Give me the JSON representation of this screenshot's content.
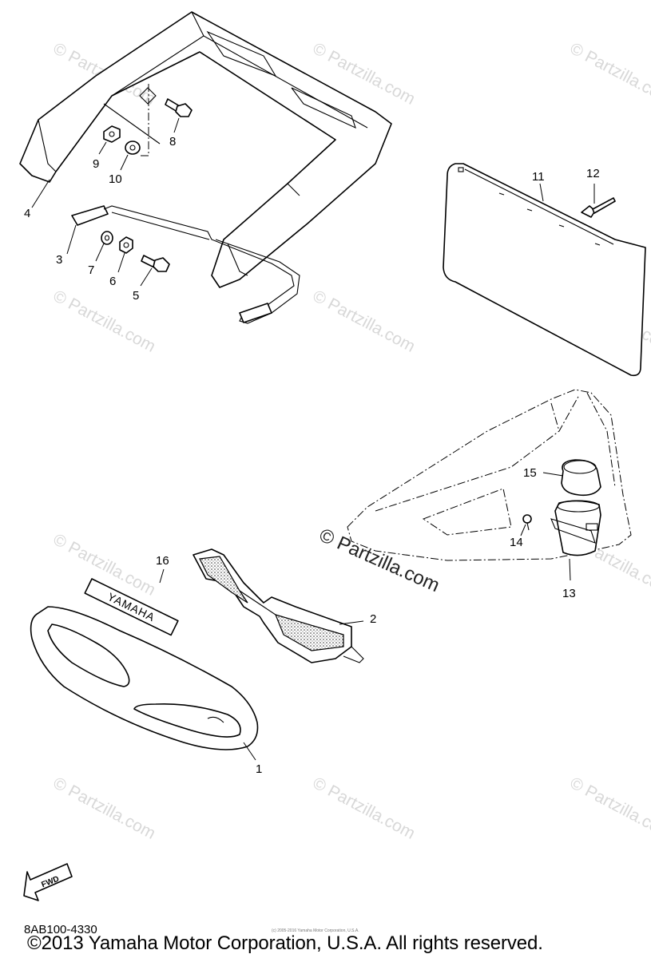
{
  "diagram": {
    "callouts": [
      {
        "id": "1",
        "label": "1"
      },
      {
        "id": "2",
        "label": "2"
      },
      {
        "id": "3",
        "label": "3"
      },
      {
        "id": "4",
        "label": "4"
      },
      {
        "id": "5",
        "label": "5"
      },
      {
        "id": "6",
        "label": "6"
      },
      {
        "id": "7",
        "label": "7"
      },
      {
        "id": "8",
        "label": "8"
      },
      {
        "id": "9",
        "label": "9"
      },
      {
        "id": "10",
        "label": "10"
      },
      {
        "id": "11",
        "label": "11"
      },
      {
        "id": "12",
        "label": "12"
      },
      {
        "id": "13",
        "label": "13"
      },
      {
        "id": "14",
        "label": "14"
      },
      {
        "id": "15",
        "label": "15"
      },
      {
        "id": "16",
        "label": "16"
      }
    ],
    "emblem_text": "YAMAHA",
    "fwd_arrow_text": "FWD",
    "main_watermark": "© Partzilla.com",
    "faint_watermark": "© Partzilla.com",
    "diagram_code": "8AB100-4330",
    "tiny_copyright": "(c) 2005-2016 Yamaha Motor Corporation, U.S.A.",
    "copyright": "©2013 Yamaha Motor Corporation, U.S.A. All rights reserved."
  },
  "colors": {
    "line": "#000000",
    "watermark": "#d8d8d8",
    "background": "#ffffff"
  }
}
